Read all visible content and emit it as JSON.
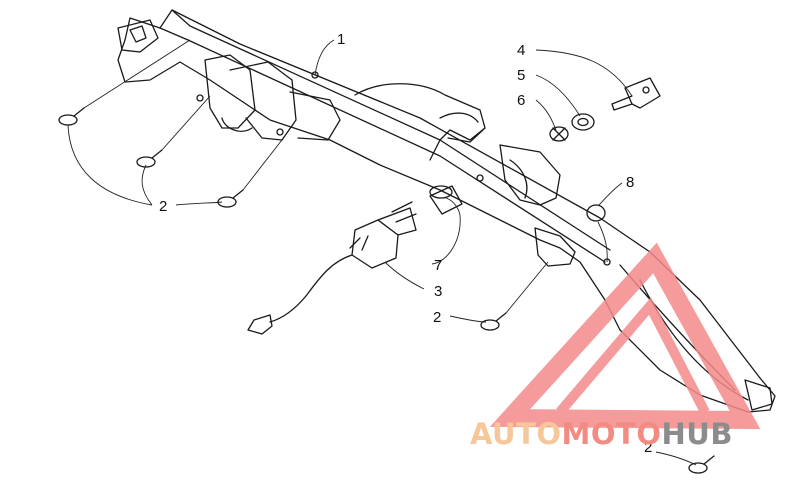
{
  "callouts": {
    "c1": "1",
    "c2a": "2",
    "c2b": "2",
    "c2c": "2",
    "c3": "3",
    "c4": "4",
    "c5": "5",
    "c6": "6",
    "c7": "7",
    "c8": "8"
  },
  "watermark": {
    "word1": "AUTO",
    "word2": "MOTO",
    "word3": "HUB",
    "colors": {
      "auto": "#f6c79a",
      "moto": "#f38b83",
      "hub": "#8c8c8c",
      "triangle": "#f58a8a"
    }
  }
}
